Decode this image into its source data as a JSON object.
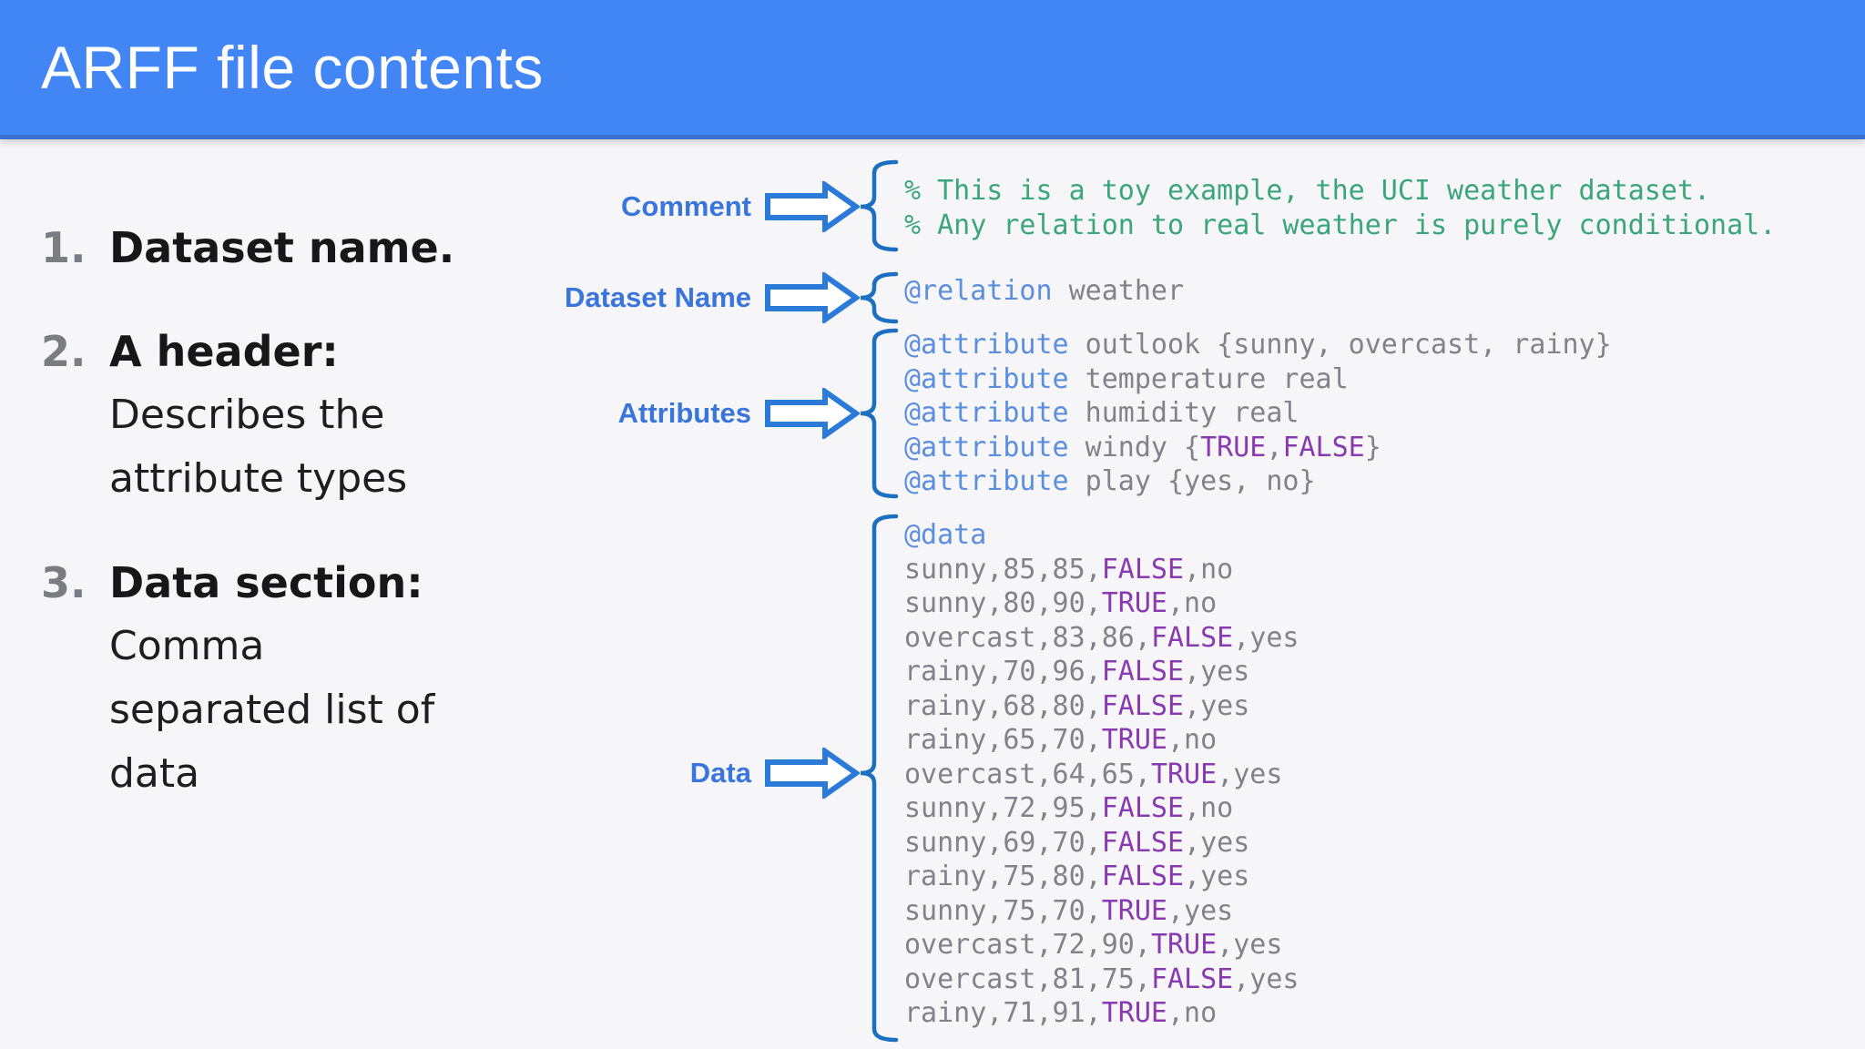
{
  "header": {
    "title": "ARFF file contents"
  },
  "list": {
    "items": [
      {
        "number": "1.",
        "title": "Dataset name.",
        "details": []
      },
      {
        "number": "2.",
        "title": "A header:",
        "details": [
          "Describes the",
          "attribute types"
        ]
      },
      {
        "number": "3.",
        "title": "Data section:",
        "details": [
          "Comma",
          "separated list of",
          "data"
        ]
      }
    ]
  },
  "annotations": [
    {
      "id": "comment",
      "label": "Comment"
    },
    {
      "id": "dataset-name",
      "label": "Dataset Name"
    },
    {
      "id": "attributes",
      "label": "Attributes"
    },
    {
      "id": "data",
      "label": "Data"
    }
  ],
  "code": {
    "sections": [
      {
        "name": "comments",
        "lines": [
          [
            {
              "t": "% This is a toy example, the UCI weather dataset.",
              "c": "green"
            }
          ],
          [
            {
              "t": "% Any relation to real weather is purely conditional.",
              "c": "green"
            }
          ]
        ]
      },
      {
        "name": "relation",
        "lines": [
          [
            {
              "t": "@relation",
              "c": "blue"
            },
            {
              "t": " weather",
              "c": "gray"
            }
          ]
        ]
      },
      {
        "name": "attributes",
        "lines": [
          [
            {
              "t": "@attribute",
              "c": "blue"
            },
            {
              "t": " outlook {sunny, overcast, rainy}",
              "c": "gray"
            }
          ],
          [
            {
              "t": "@attribute",
              "c": "blue"
            },
            {
              "t": " temperature real",
              "c": "gray"
            }
          ],
          [
            {
              "t": "@attribute",
              "c": "blue"
            },
            {
              "t": " humidity real",
              "c": "gray"
            }
          ],
          [
            {
              "t": "@attribute",
              "c": "blue"
            },
            {
              "t": " windy {",
              "c": "gray"
            },
            {
              "t": "TRUE",
              "c": "purple"
            },
            {
              "t": ",",
              "c": "gray"
            },
            {
              "t": "FALSE",
              "c": "purple"
            },
            {
              "t": "}",
              "c": "gray"
            }
          ],
          [
            {
              "t": "@attribute",
              "c": "blue"
            },
            {
              "t": " play {yes, no}",
              "c": "gray"
            }
          ]
        ]
      },
      {
        "name": "data",
        "lines": [
          [
            {
              "t": "@data",
              "c": "blue"
            }
          ],
          [
            {
              "t": "sunny,85,85,",
              "c": "gray"
            },
            {
              "t": "FALSE",
              "c": "purple"
            },
            {
              "t": ",no",
              "c": "gray"
            }
          ],
          [
            {
              "t": "sunny,80,90,",
              "c": "gray"
            },
            {
              "t": "TRUE",
              "c": "purple"
            },
            {
              "t": ",no",
              "c": "gray"
            }
          ],
          [
            {
              "t": "overcast,83,86,",
              "c": "gray"
            },
            {
              "t": "FALSE",
              "c": "purple"
            },
            {
              "t": ",yes",
              "c": "gray"
            }
          ],
          [
            {
              "t": "rainy,70,96,",
              "c": "gray"
            },
            {
              "t": "FALSE",
              "c": "purple"
            },
            {
              "t": ",yes",
              "c": "gray"
            }
          ],
          [
            {
              "t": "rainy,68,80,",
              "c": "gray"
            },
            {
              "t": "FALSE",
              "c": "purple"
            },
            {
              "t": ",yes",
              "c": "gray"
            }
          ],
          [
            {
              "t": "rainy,65,70,",
              "c": "gray"
            },
            {
              "t": "TRUE",
              "c": "purple"
            },
            {
              "t": ",no",
              "c": "gray"
            }
          ],
          [
            {
              "t": "overcast,64,65,",
              "c": "gray"
            },
            {
              "t": "TRUE",
              "c": "purple"
            },
            {
              "t": ",yes",
              "c": "gray"
            }
          ],
          [
            {
              "t": "sunny,72,95,",
              "c": "gray"
            },
            {
              "t": "FALSE",
              "c": "purple"
            },
            {
              "t": ",no",
              "c": "gray"
            }
          ],
          [
            {
              "t": "sunny,69,70,",
              "c": "gray"
            },
            {
              "t": "FALSE",
              "c": "purple"
            },
            {
              "t": ",yes",
              "c": "gray"
            }
          ],
          [
            {
              "t": "rainy,75,80,",
              "c": "gray"
            },
            {
              "t": "FALSE",
              "c": "purple"
            },
            {
              "t": ",yes",
              "c": "gray"
            }
          ],
          [
            {
              "t": "sunny,75,70,",
              "c": "gray"
            },
            {
              "t": "TRUE",
              "c": "purple"
            },
            {
              "t": ",yes",
              "c": "gray"
            }
          ],
          [
            {
              "t": "overcast,72,90,",
              "c": "gray"
            },
            {
              "t": "TRUE",
              "c": "purple"
            },
            {
              "t": ",yes",
              "c": "gray"
            }
          ],
          [
            {
              "t": "overcast,81,75,",
              "c": "gray"
            },
            {
              "t": "FALSE",
              "c": "purple"
            },
            {
              "t": ",yes",
              "c": "gray"
            }
          ],
          [
            {
              "t": "rainy,71,91,",
              "c": "gray"
            },
            {
              "t": "TRUE",
              "c": "purple"
            },
            {
              "t": ",no",
              "c": "gray"
            }
          ]
        ]
      }
    ]
  },
  "colors": {
    "header_bg": "#4285f4",
    "label_blue": "#3a75db",
    "arrow_outline": "#2c7ad8",
    "brace_blue": "#1d6fc2",
    "code_comment_green": "#3ba57b",
    "code_keyword_blue": "#5b8ede",
    "code_value_gray": "#82828a",
    "code_bool_purple": "#8a3ab0"
  }
}
